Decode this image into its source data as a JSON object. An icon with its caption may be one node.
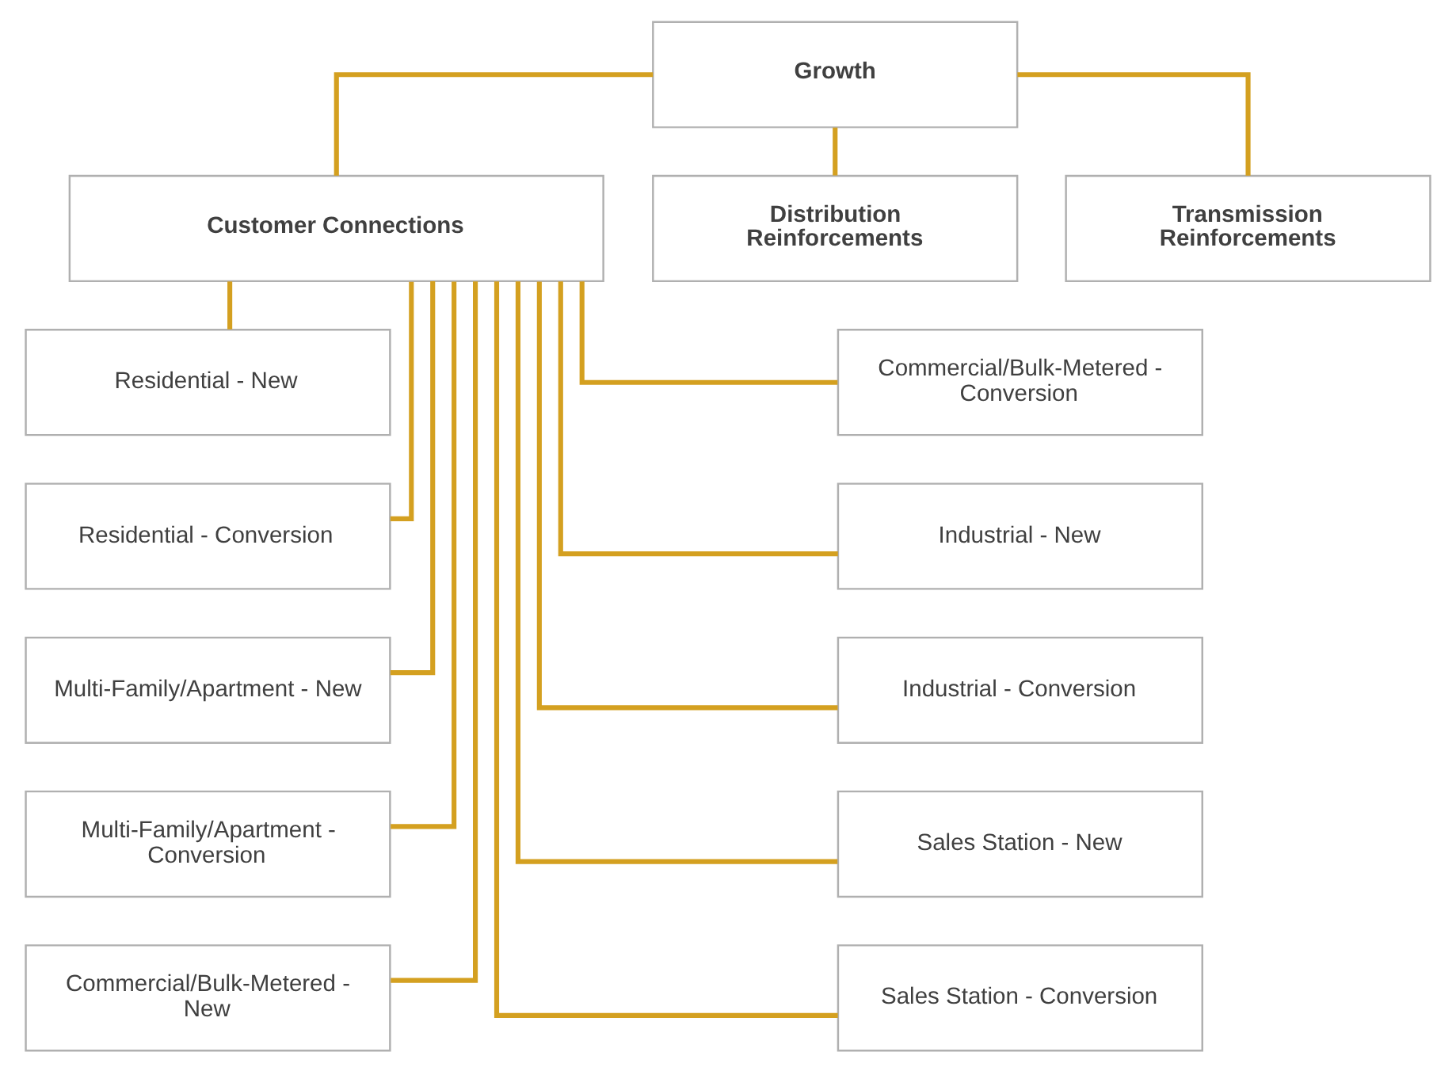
{
  "diagram": {
    "nodes": [
      {
        "text": [
          "Growth"
        ]
      },
      {
        "text": [
          "Customer Connections"
        ]
      },
      {
        "text": [
          "Distribution Reinforcements"
        ]
      },
      {
        "text": [
          "Transmission Reinforcements"
        ]
      },
      {
        "text": [
          "Residential - New"
        ]
      },
      {
        "text": [
          "Residential - Conversion"
        ]
      },
      {
        "text": [
          "Multi-Family/Apartment - New"
        ]
      },
      {
        "text": [
          "Multi-Family/Apartment - Conversion"
        ]
      },
      {
        "text": [
          "Commercial/Bulk-Metered - New"
        ]
      },
      {
        "text": [
          "Commercial/Bulk-Metered - Conversion"
        ]
      },
      {
        "text": [
          "Industrial - New"
        ]
      },
      {
        "text": [
          "Industrial - Conversion"
        ]
      },
      {
        "text": [
          "Sales Station - New"
        ]
      },
      {
        "text": [
          "Sales Station - Conversion"
        ]
      }
    ],
    "edges": [
      {
        "from": 0,
        "to": 1,
        "arrow": "none"
      },
      {
        "from": 0,
        "to": 2,
        "arrow": "none"
      },
      {
        "from": 0,
        "to": 3,
        "arrow": "none"
      },
      {
        "from": 1,
        "to": 4,
        "arrow": "none"
      },
      {
        "from": 1,
        "to": 5,
        "arrow": "none"
      },
      {
        "from": 1,
        "to": 6,
        "arrow": "none"
      },
      {
        "from": 1,
        "to": 7,
        "arrow": "none"
      },
      {
        "from": 1,
        "to": 8,
        "arrow": "none"
      },
      {
        "from": 1,
        "to": 9,
        "arrow": "none"
      },
      {
        "from": 1,
        "to": 10,
        "arrow": "none"
      },
      {
        "from": 1,
        "to": 11,
        "arrow": "none"
      },
      {
        "from": 1,
        "to": 12,
        "arrow": "none"
      },
      {
        "from": 1,
        "to": 13,
        "arrow": "none"
      }
    ]
  }
}
